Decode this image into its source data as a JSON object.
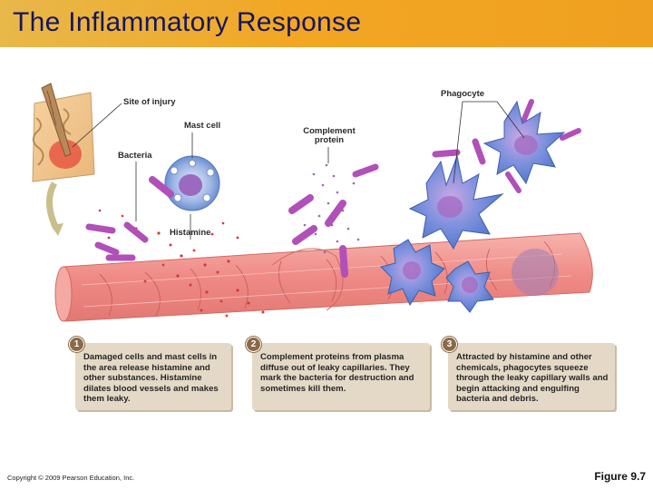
{
  "title": "The Inflammatory Response",
  "labels": {
    "site_of_injury": "Site of injury",
    "mast_cell": "Mast cell",
    "bacteria": "Bacteria",
    "histamine": "Histamine",
    "complement_protein": "Complement protein",
    "phagocyte": "Phagocyte"
  },
  "steps": [
    {
      "num": "1",
      "text": "Damaged cells and mast cells in the area release histamine and other substances. Histamine dilates blood vessels and makes them leaky."
    },
    {
      "num": "2",
      "text": "Complement proteins from plasma diffuse out of leaky capillaries. They mark the bacteria for destruction and sometimes kill them."
    },
    {
      "num": "3",
      "text": "Attracted by histamine and other chemicals, phagocytes squeeze through the leaky capillary walls and begin attacking and engulfing bacteria and debris."
    }
  ],
  "footer": {
    "copyright": "Copyright © 2009 Pearson Education, Inc.",
    "figure": "Figure 9.7"
  },
  "colors": {
    "title_bar": "#f0a623",
    "title_text": "#15165e",
    "vessel": "#ef8a86",
    "bacteria": "#b050b8",
    "phagocyte": "#5f8fd8",
    "step_box": "#e4d9c6"
  }
}
